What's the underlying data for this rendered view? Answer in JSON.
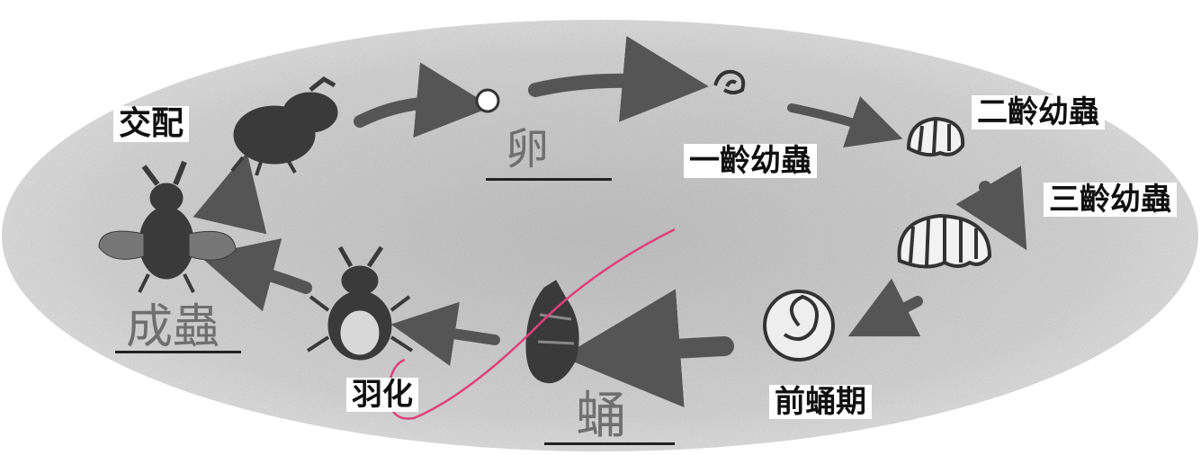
{
  "labels": {
    "mating": "交配",
    "egg": "卵",
    "first_instar": "一齡幼蟲",
    "second_instar": "二齡幼蟲",
    "third_instar": "三齡幼蟲",
    "prepupa": "前蛹期",
    "pupa": "蛹",
    "eclosion": "羽化",
    "adult": "成蟲"
  },
  "colors": {
    "background_blob": "#c9c9c9",
    "arrow": "#555555",
    "insect": "#3a3a3a",
    "handwriting": "#6f6f6f",
    "pen_line": "#e0407a"
  }
}
